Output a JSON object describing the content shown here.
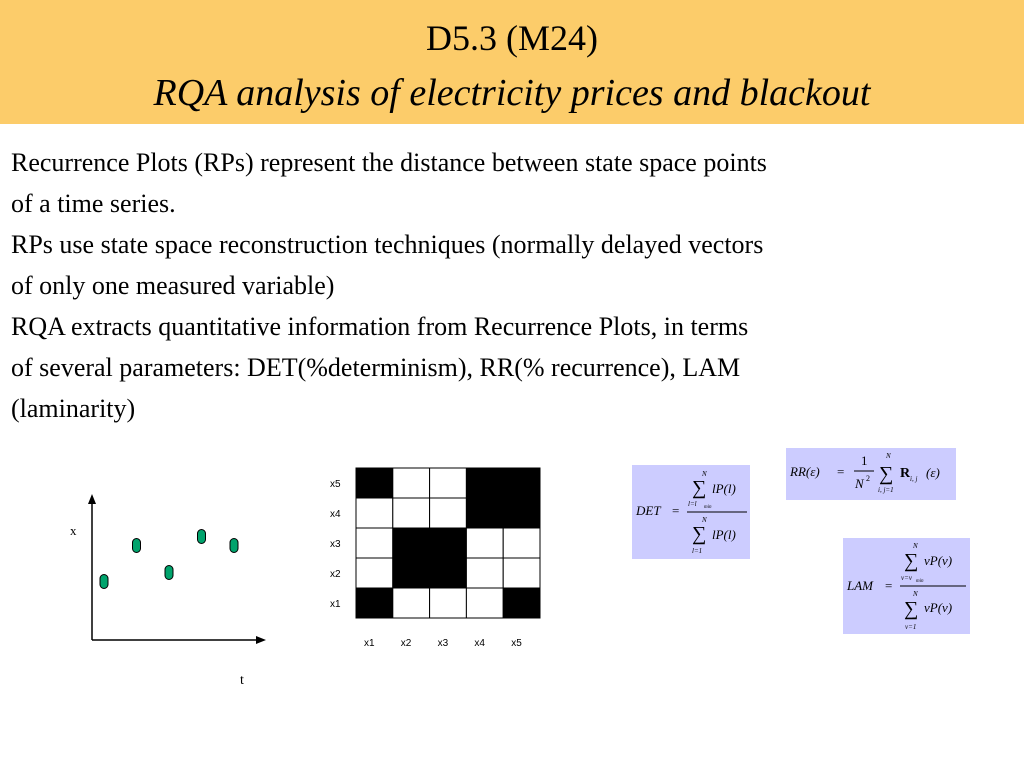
{
  "header": {
    "title": "D5.3 (M24)",
    "subtitle": "RQA analysis of electricity prices and blackout",
    "background": "#fccc6a"
  },
  "body": {
    "lines": [
      "Recurrence Plots (RPs) represent the distance between state space points",
      "of a time series.",
      "RPs use state space reconstruction techniques (normally delayed vectors",
      "of only one measured variable)",
      "RQA extracts quantitative information from Recurrence Plots, in terms",
      "of several parameters: DET(%determinism), RR(% recurrence), LAM",
      "(laminarity)"
    ]
  },
  "time_series": {
    "x_label": "x",
    "t_label": "t",
    "points": [
      [
        1,
        0.65
      ],
      [
        2,
        1.05
      ],
      [
        3,
        0.75
      ],
      [
        4,
        1.15
      ],
      [
        5,
        1.05
      ]
    ],
    "marker_color": "#00a36c"
  },
  "recurrence_plot": {
    "x_ticks": [
      "x1",
      "x2",
      "x3",
      "x4",
      "x5"
    ],
    "y_ticks": [
      "x5",
      "x4",
      "x3",
      "x2",
      "x1"
    ],
    "grid_top_to_bottom": [
      [
        1,
        0,
        0,
        1,
        1
      ],
      [
        0,
        0,
        0,
        1,
        1
      ],
      [
        0,
        1,
        1,
        0,
        0
      ],
      [
        0,
        1,
        1,
        0,
        0
      ],
      [
        1,
        0,
        0,
        0,
        1
      ]
    ]
  },
  "formulas": {
    "background": "#ccccff",
    "det": {
      "lhs": "DET",
      "equals": "=",
      "numerator_sum_top": "N",
      "numerator_sum_bottom": "l=l",
      "numerator_sum_bottom_sub": "min",
      "numerator_term": "lP(l)",
      "denominator_sum_top": "N",
      "denominator_sum_bottom": "l=1",
      "denominator_term": "lP(l)"
    },
    "rr": {
      "lhs": "RR(ε)",
      "equals": "=",
      "frac_num": "1",
      "frac_den": "N",
      "frac_den_exp": "2",
      "sum_top": "N",
      "sum_bottom": "i, j=1",
      "term": "R",
      "term_sub": "i, j",
      "arg": "(ε)"
    },
    "lam": {
      "lhs": "LAM",
      "equals": "=",
      "numerator_sum_top": "N",
      "numerator_sum_bottom": "v=v",
      "numerator_sum_bottom_sub": "min",
      "numerator_term": "vP(v)",
      "denominator_sum_top": "N",
      "denominator_sum_bottom": "v=1",
      "denominator_term": "vP(v)"
    }
  }
}
